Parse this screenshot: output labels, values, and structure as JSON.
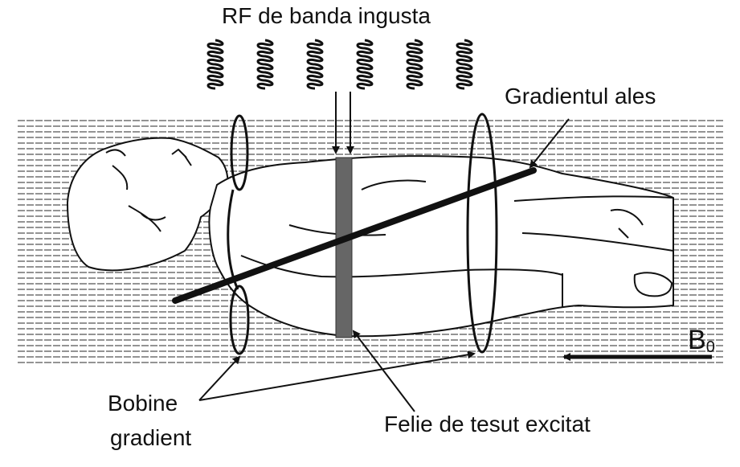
{
  "labels": {
    "rf_title": "RF de banda ingusta",
    "selected_gradient": "Gradientul ales",
    "coils_line1": "Bobine",
    "coils_line2": "gradient",
    "excited_slice": "Felie de tesut excitat",
    "b0_main": "B",
    "b0_sub": "0"
  },
  "colors": {
    "ink": "#111111",
    "slice": "#666666",
    "field_lines": "#555555",
    "background": "#ffffff"
  },
  "icons": {
    "rf_wave": "rf-wave-icon",
    "arrow": "arrow-icon"
  },
  "rf_wave_count": 6
}
